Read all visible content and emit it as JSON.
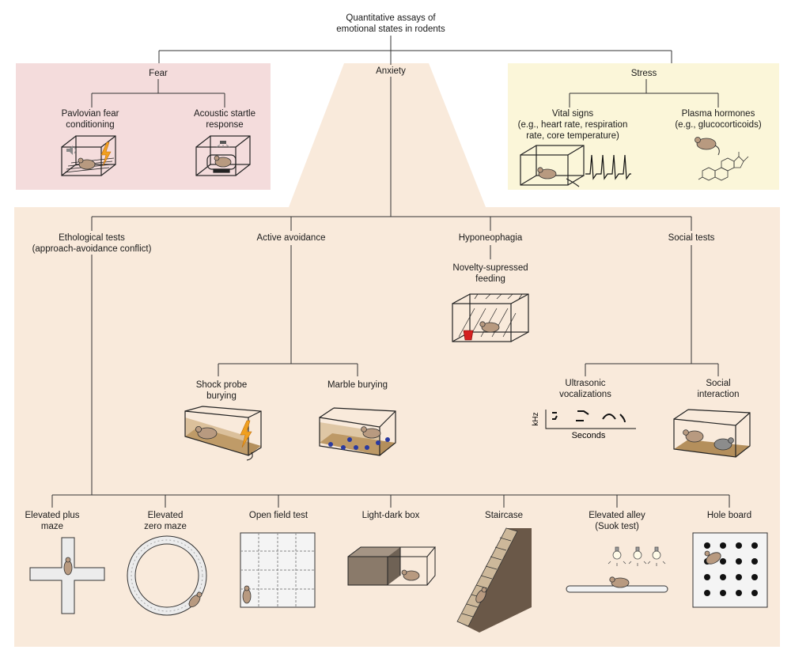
{
  "title": "Quantitative assays of\nemotional states in rodents",
  "colors": {
    "fear_bg": "#f4dcdc",
    "anxiety_bg": "#f9eadb",
    "stress_bg": "#fbf6d9",
    "line": "#333333",
    "bedding": "#b48f5c",
    "mouse": "#b89a80",
    "bolt": "#f0a020",
    "marble": "#2a3aa0",
    "cup": "#d42020"
  },
  "fear": {
    "heading": "Fear",
    "items": [
      "Pavlovian fear\nconditioning",
      "Acoustic startle\nresponse"
    ]
  },
  "anxiety": {
    "heading": "Anxiety",
    "branches": {
      "ethological": "Ethological tests\n(approach-avoidance conflict)",
      "active": "Active avoidance",
      "hypo": "Hyponeophagia",
      "social": "Social tests"
    },
    "novelty": "Novelty-supressed\nfeeding",
    "shock": "Shock probe\nburying",
    "marble": "Marble burying",
    "ultrasonic": "Ultrasonic\nvocalizations",
    "social_interaction": "Social\ninteraction",
    "usv_y": "kHz",
    "usv_x": "Seconds",
    "tests": [
      "Elevated plus\nmaze",
      "Elevated\nzero maze",
      "Open field test",
      "Light-dark box",
      "Staircase",
      "Elevated alley\n(Suok test)",
      "Hole board"
    ]
  },
  "stress": {
    "heading": "Stress",
    "vital": "Vital signs\n(e.g., heart rate, respiration\nrate, core temperature)",
    "plasma": "Plasma hormones\n(e.g., glucocorticoids)"
  },
  "icons": [
    "mouse-icon",
    "cage-icon",
    "lightning-bolt-icon",
    "speaker-icon",
    "lightbulb-icon",
    "steroid-molecule-icon",
    "ecg-trace-icon"
  ]
}
